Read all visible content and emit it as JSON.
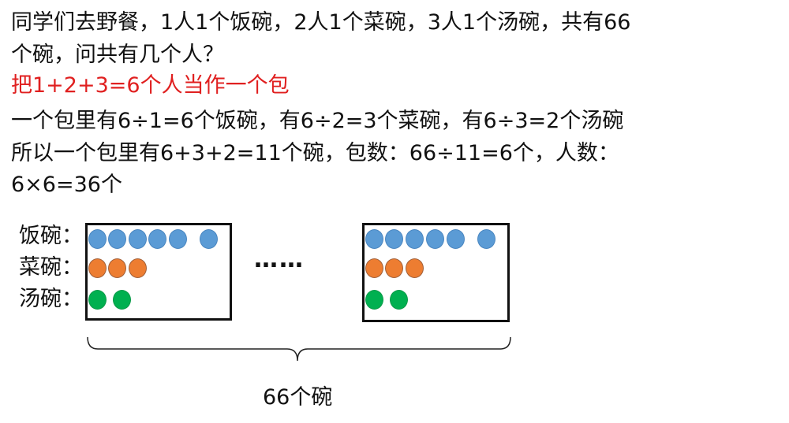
{
  "problem": {
    "line1": "同学们去野餐，1人1个饭碗，2人1个菜碗，3人1个汤碗，共有66",
    "line2": "个碗，问共有几个人？"
  },
  "solution": {
    "hint": "把1+2+3=6个人当作一个包",
    "step1": "一个包里有6÷1=6个饭碗，有6÷2=3个菜碗，有6÷3=2个汤碗",
    "step2": "所以一个包里有6+3+2=11个碗，包数：66÷11=6个，人数：",
    "step3": "6×6=36个"
  },
  "diagram": {
    "labels": [
      "饭碗：",
      "菜碗：",
      "汤碗："
    ],
    "counts": {
      "rice_bowls": 6,
      "dish_bowls": 3,
      "soup_bowls": 2
    },
    "ellipsis": "……",
    "total_label": "66个碗",
    "colors": {
      "rice": "#5b9bd5",
      "dish": "#ed7d31",
      "soup": "#00b050",
      "hint": "#e02020"
    }
  }
}
